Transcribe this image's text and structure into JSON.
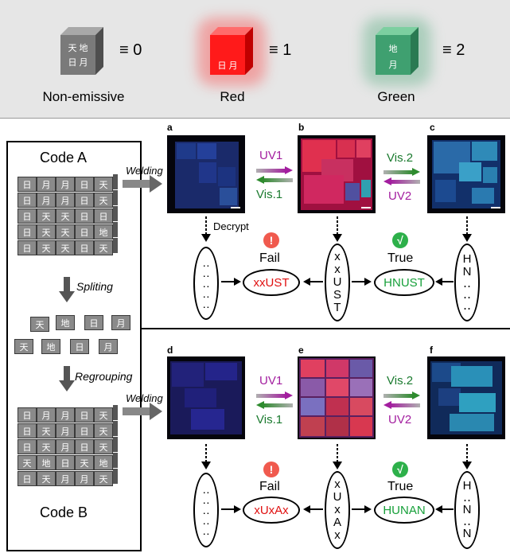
{
  "legend": [
    {
      "label": "Non-emissive",
      "equiv": "≡ 0",
      "glyphs": [
        "天",
        "地",
        "日",
        "月"
      ],
      "color": "#7a7a7a"
    },
    {
      "label": "Red",
      "equiv": "≡ 1",
      "glyphs": [
        "日",
        "月"
      ],
      "color": "#ff1a1a"
    },
    {
      "label": "Green",
      "equiv": "≡ 2",
      "glyphs": [
        "地",
        "月"
      ],
      "color": "#3fa070"
    }
  ],
  "left": {
    "code_a": "Code A",
    "code_b": "Code B",
    "spliting": "Spliting",
    "regrouping": "Regrouping",
    "welding": "Welding",
    "grid_a": [
      [
        "日",
        "月",
        "月",
        "日",
        "天"
      ],
      [
        "日",
        "月",
        "月",
        "日",
        "天"
      ],
      [
        "日",
        "天",
        "天",
        "日",
        "日"
      ],
      [
        "日",
        "天",
        "天",
        "日",
        "地"
      ],
      [
        "日",
        "天",
        "天",
        "日",
        "天"
      ]
    ],
    "split_pieces": [
      "天",
      "地",
      "日",
      "月",
      "天",
      "地",
      "日",
      "月"
    ],
    "grid_b": [
      [
        "日",
        "月",
        "月",
        "日",
        "天"
      ],
      [
        "日",
        "天",
        "月",
        "日",
        "天"
      ],
      [
        "日",
        "天",
        "月",
        "日",
        "天"
      ],
      [
        "天",
        "地",
        "日",
        "天",
        "地"
      ],
      [
        "日",
        "天",
        "月",
        "月",
        "天"
      ]
    ]
  },
  "top": {
    "panels": [
      "a",
      "b",
      "c"
    ],
    "uv1": "UV1",
    "vis1": "Vis.1",
    "vis2": "Vis.2",
    "uv2": "UV2",
    "decrypt": "Decrypt",
    "fail": "Fail",
    "true_label": "True",
    "fail_word": "xxUST",
    "true_word": "HNUST",
    "seq_left": [
      "‥",
      "‥",
      "‥",
      "‥",
      "‥"
    ],
    "seq_mid": [
      "x",
      "x",
      "U",
      "S",
      "T"
    ],
    "seq_right": [
      "H",
      "N",
      "‥",
      "‥",
      "‥"
    ]
  },
  "bottom": {
    "panels": [
      "d",
      "e",
      "f"
    ],
    "uv1": "UV1",
    "vis1": "Vis.1",
    "vis2": "Vis.2",
    "uv2": "UV2",
    "fail": "Fail",
    "true_label": "True",
    "fail_word": "xUxAx",
    "true_word": "HUNAN",
    "seq_left": [
      "‥",
      "‥",
      "‥",
      "‥",
      "‥"
    ],
    "seq_mid": [
      "x",
      "U",
      "x",
      "A",
      "x"
    ],
    "seq_right": [
      "H",
      "‥",
      "N",
      "‥",
      "N"
    ]
  },
  "status": {
    "fail_mark": "!",
    "true_mark": "√"
  },
  "colors": {
    "uv": "#a31e9f",
    "vis": "#1a7a2e",
    "fail_text": "#e01010",
    "true_text": "#17a03a",
    "fail_badge": "#f05a4e",
    "true_badge": "#2db04a"
  }
}
